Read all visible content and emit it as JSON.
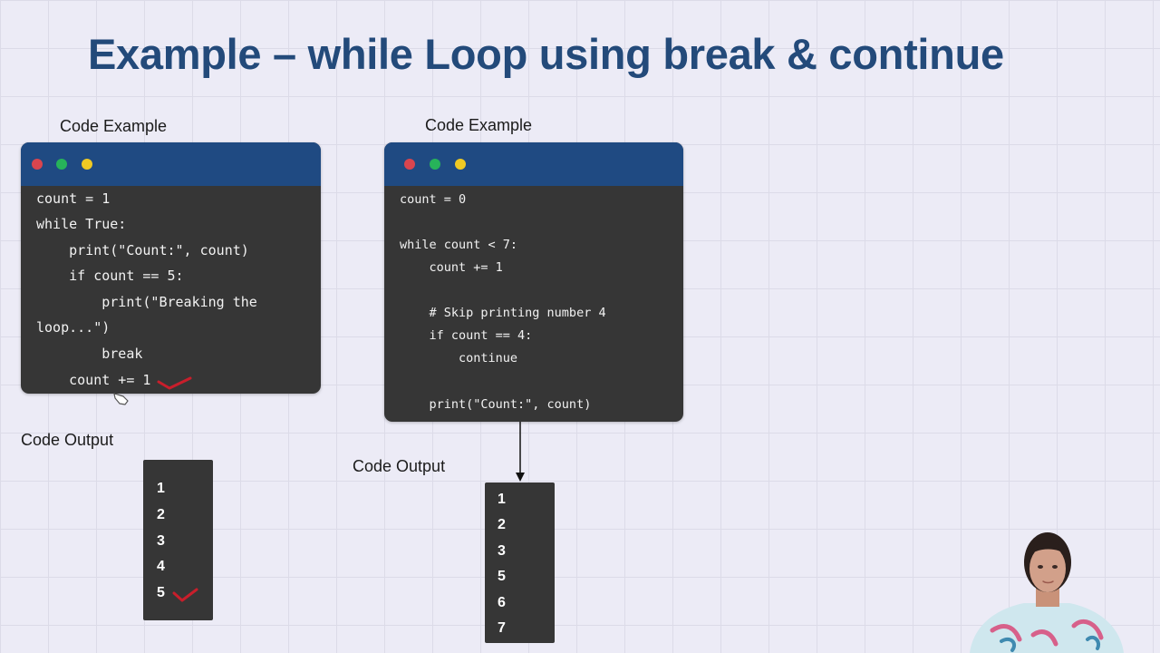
{
  "slide": {
    "title": "Example – while  Loop using break & continue"
  },
  "example1": {
    "code_label": "Code Example",
    "code_lines": [
      "count = 1",
      "while True:",
      "    print(\"Count:\", count)",
      "    if count == 5:",
      "        print(\"Breaking the",
      "loop...\")",
      "        break",
      "    count += 1"
    ],
    "output_label": "Code Output",
    "output_lines": [
      "1",
      "2",
      "3",
      "4",
      "5"
    ]
  },
  "example2": {
    "code_label": "Code Example",
    "code_lines": [
      "count = 0",
      "while count < 7:",
      "    count += 1",
      "    # Skip printing number 4",
      "    if count == 4:",
      "        continue",
      "    print(\"Count:\", count)"
    ],
    "output_label": "Code Output",
    "output_lines": [
      "1",
      "2",
      "3",
      "5",
      "6",
      "7"
    ]
  },
  "colors": {
    "title": "#234a7a",
    "window_bar": "#1f4a82",
    "code_bg": "#363636",
    "annotation_check": "#c81e2b"
  }
}
